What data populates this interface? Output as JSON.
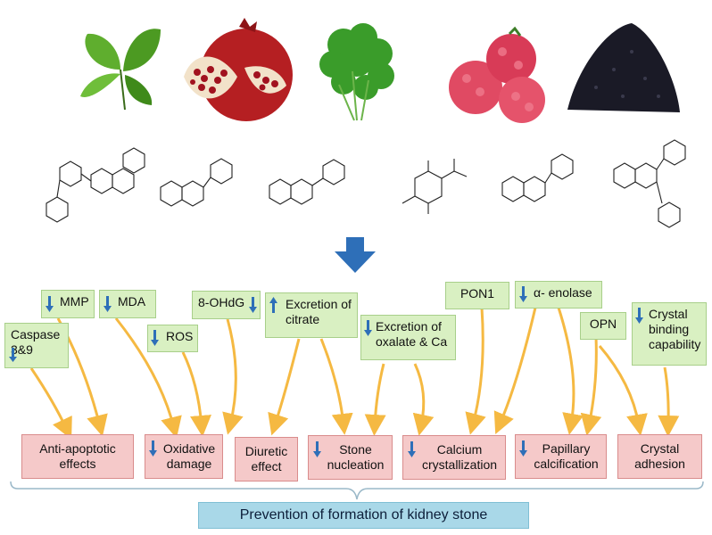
{
  "factors": {
    "caspase": "Caspase 3&9",
    "mmp": "MMP",
    "mda": "MDA",
    "ros": "ROS",
    "ohdg": "8-OHdG",
    "citrate": "Excretion of citrate",
    "oxalate": "Excretion of oxalate & Ca",
    "pon1": "PON1",
    "enolase": "α- enolase",
    "opn": "OPN",
    "crystal_binding": "Crystal binding capability"
  },
  "effects": {
    "anti_apoptotic": "Anti-apoptotic effects",
    "oxidative": "Oxidative damage",
    "diuretic": "Diuretic effect",
    "stone_nucleation": "Stone nucleation",
    "calcium_crystallization": "Calcium crystallization",
    "papillary": "Papillary calcification",
    "crystal_adhesion": "Crystal adhesion"
  },
  "bottom_label": "Prevention of formation of  kidney stone",
  "icons": [
    "tea-leaf-image",
    "pomegranate-image",
    "parsley-image",
    "raspberry-image",
    "black-seed-image",
    "down-arrow-icon",
    "up-arrow-icon"
  ],
  "colors": {
    "factor_box": "#d9f0c2",
    "effect_box": "#f5c9c9",
    "bottom_box": "#a9d8e8",
    "arrow_curve": "#f5b942",
    "big_arrow": "#2e6fb8",
    "indicator_arrow": "#2e6fb8"
  }
}
